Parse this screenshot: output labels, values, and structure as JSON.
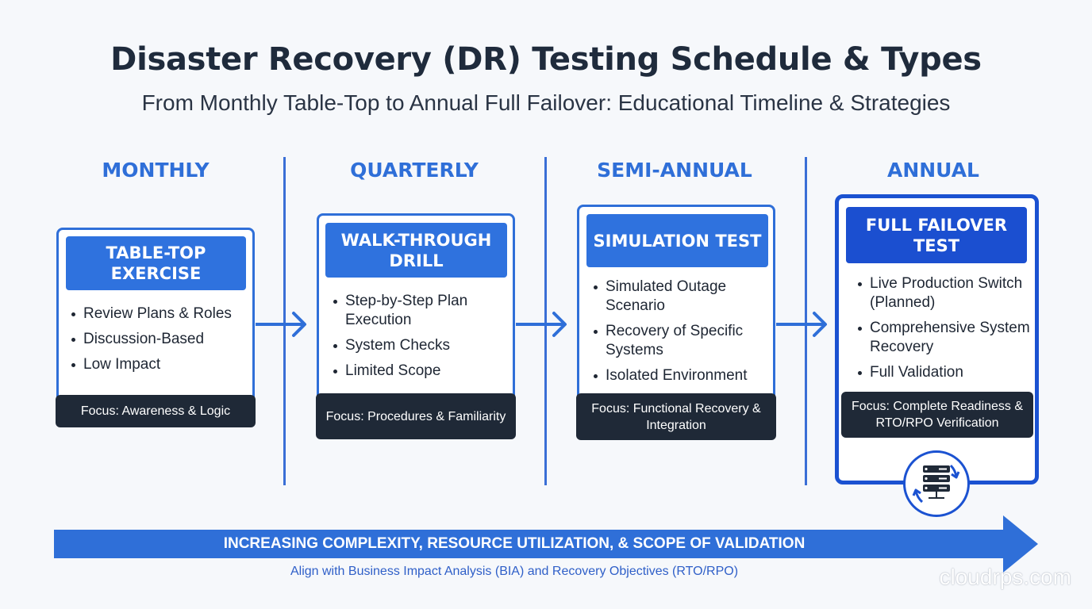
{
  "title": "Disaster Recovery (DR) Testing Schedule & Types",
  "subtitle": "From Monthly Table-Top to Annual Full Failover: Educational Timeline & Strategies",
  "columns": [
    {
      "label": "MONTHLY",
      "header": "TABLE-TOP EXERCISE",
      "bullets": [
        "Review Plans & Roles",
        "Discussion-Based",
        "Low Impact"
      ],
      "focus": "Focus: Awareness & Logic"
    },
    {
      "label": "QUARTERLY",
      "header": "WALK-THROUGH DRILL",
      "bullets": [
        "Step-by-Step Plan Execution",
        "System Checks",
        "Limited Scope"
      ],
      "focus": "Focus: Procedures & Familiarity"
    },
    {
      "label": "SEMI-ANNUAL",
      "header": "SIMULATION TEST",
      "bullets": [
        "Simulated Outage Scenario",
        "Recovery of Specific Systems",
        "Isolated Environment"
      ],
      "focus": "Focus: Functional Recovery & Integration"
    },
    {
      "label": "ANNUAL",
      "header": "FULL FAILOVER TEST",
      "bullets": [
        "Live Production Switch (Planned)",
        "Comprehensive System Recovery",
        "Full Validation"
      ],
      "focus": "Focus: Complete Readiness & RTO/RPO Verification"
    }
  ],
  "banner": "INCREASING COMPLEXITY, RESOURCE UTILIZATION, & SCOPE OF VALIDATION",
  "footnote": "Align with Business Impact Analysis (BIA) and Recovery Objectives (RTO/RPO)",
  "watermark": "cloudrps.com",
  "icons": {
    "flow_arrow": "arrow-right-icon",
    "annual_badge": "server-sync-icon"
  },
  "colors": {
    "accent": "#2f72de",
    "annual_accent": "#1b4fd0",
    "focus_bg": "#1f2937",
    "banner": "#2f6fd8"
  }
}
